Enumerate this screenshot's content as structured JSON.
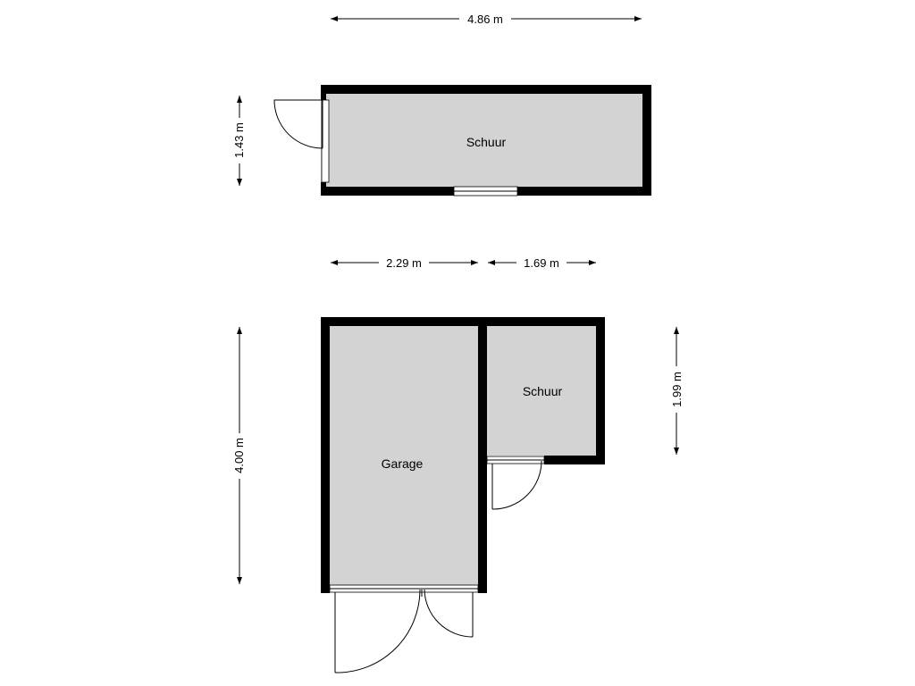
{
  "dimensions": {
    "shed_width": "4.86 m",
    "shed_depth": "1.43 m",
    "garage_width": "2.29 m",
    "small_shed_width": "1.69 m",
    "garage_depth": "4.00 m",
    "small_shed_depth": "1.99 m"
  },
  "rooms": {
    "top_shed": "Schuur",
    "small_shed": "Schuur",
    "garage": "Garage"
  },
  "colors": {
    "room_fill": "#d3d3d3",
    "wall": "#000000",
    "background": "#ffffff"
  }
}
